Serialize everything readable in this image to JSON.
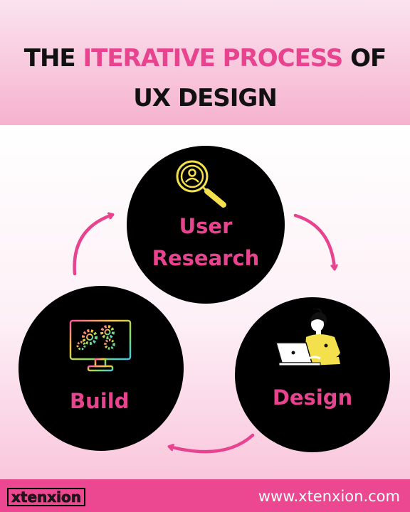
{
  "header": {
    "title_part1": "THE ",
    "title_accent": "ITERATIVE PROCESS",
    "title_part2": " OF",
    "title_line2": "UX DESIGN"
  },
  "stages": {
    "research_line1": "User",
    "research_line2": "Research",
    "design": "Design",
    "build": "Build"
  },
  "icons": {
    "research": "user-search-icon",
    "design": "person-with-laptop-icon",
    "build": "monitor-gears-icon"
  },
  "colors": {
    "accent": "#e8438f",
    "circle": "#000000",
    "footer": "#ec4892",
    "icon_yellow": "#f4e04d"
  },
  "footer": {
    "brand": "xtenxion",
    "url": "www.xtenxion.com"
  }
}
